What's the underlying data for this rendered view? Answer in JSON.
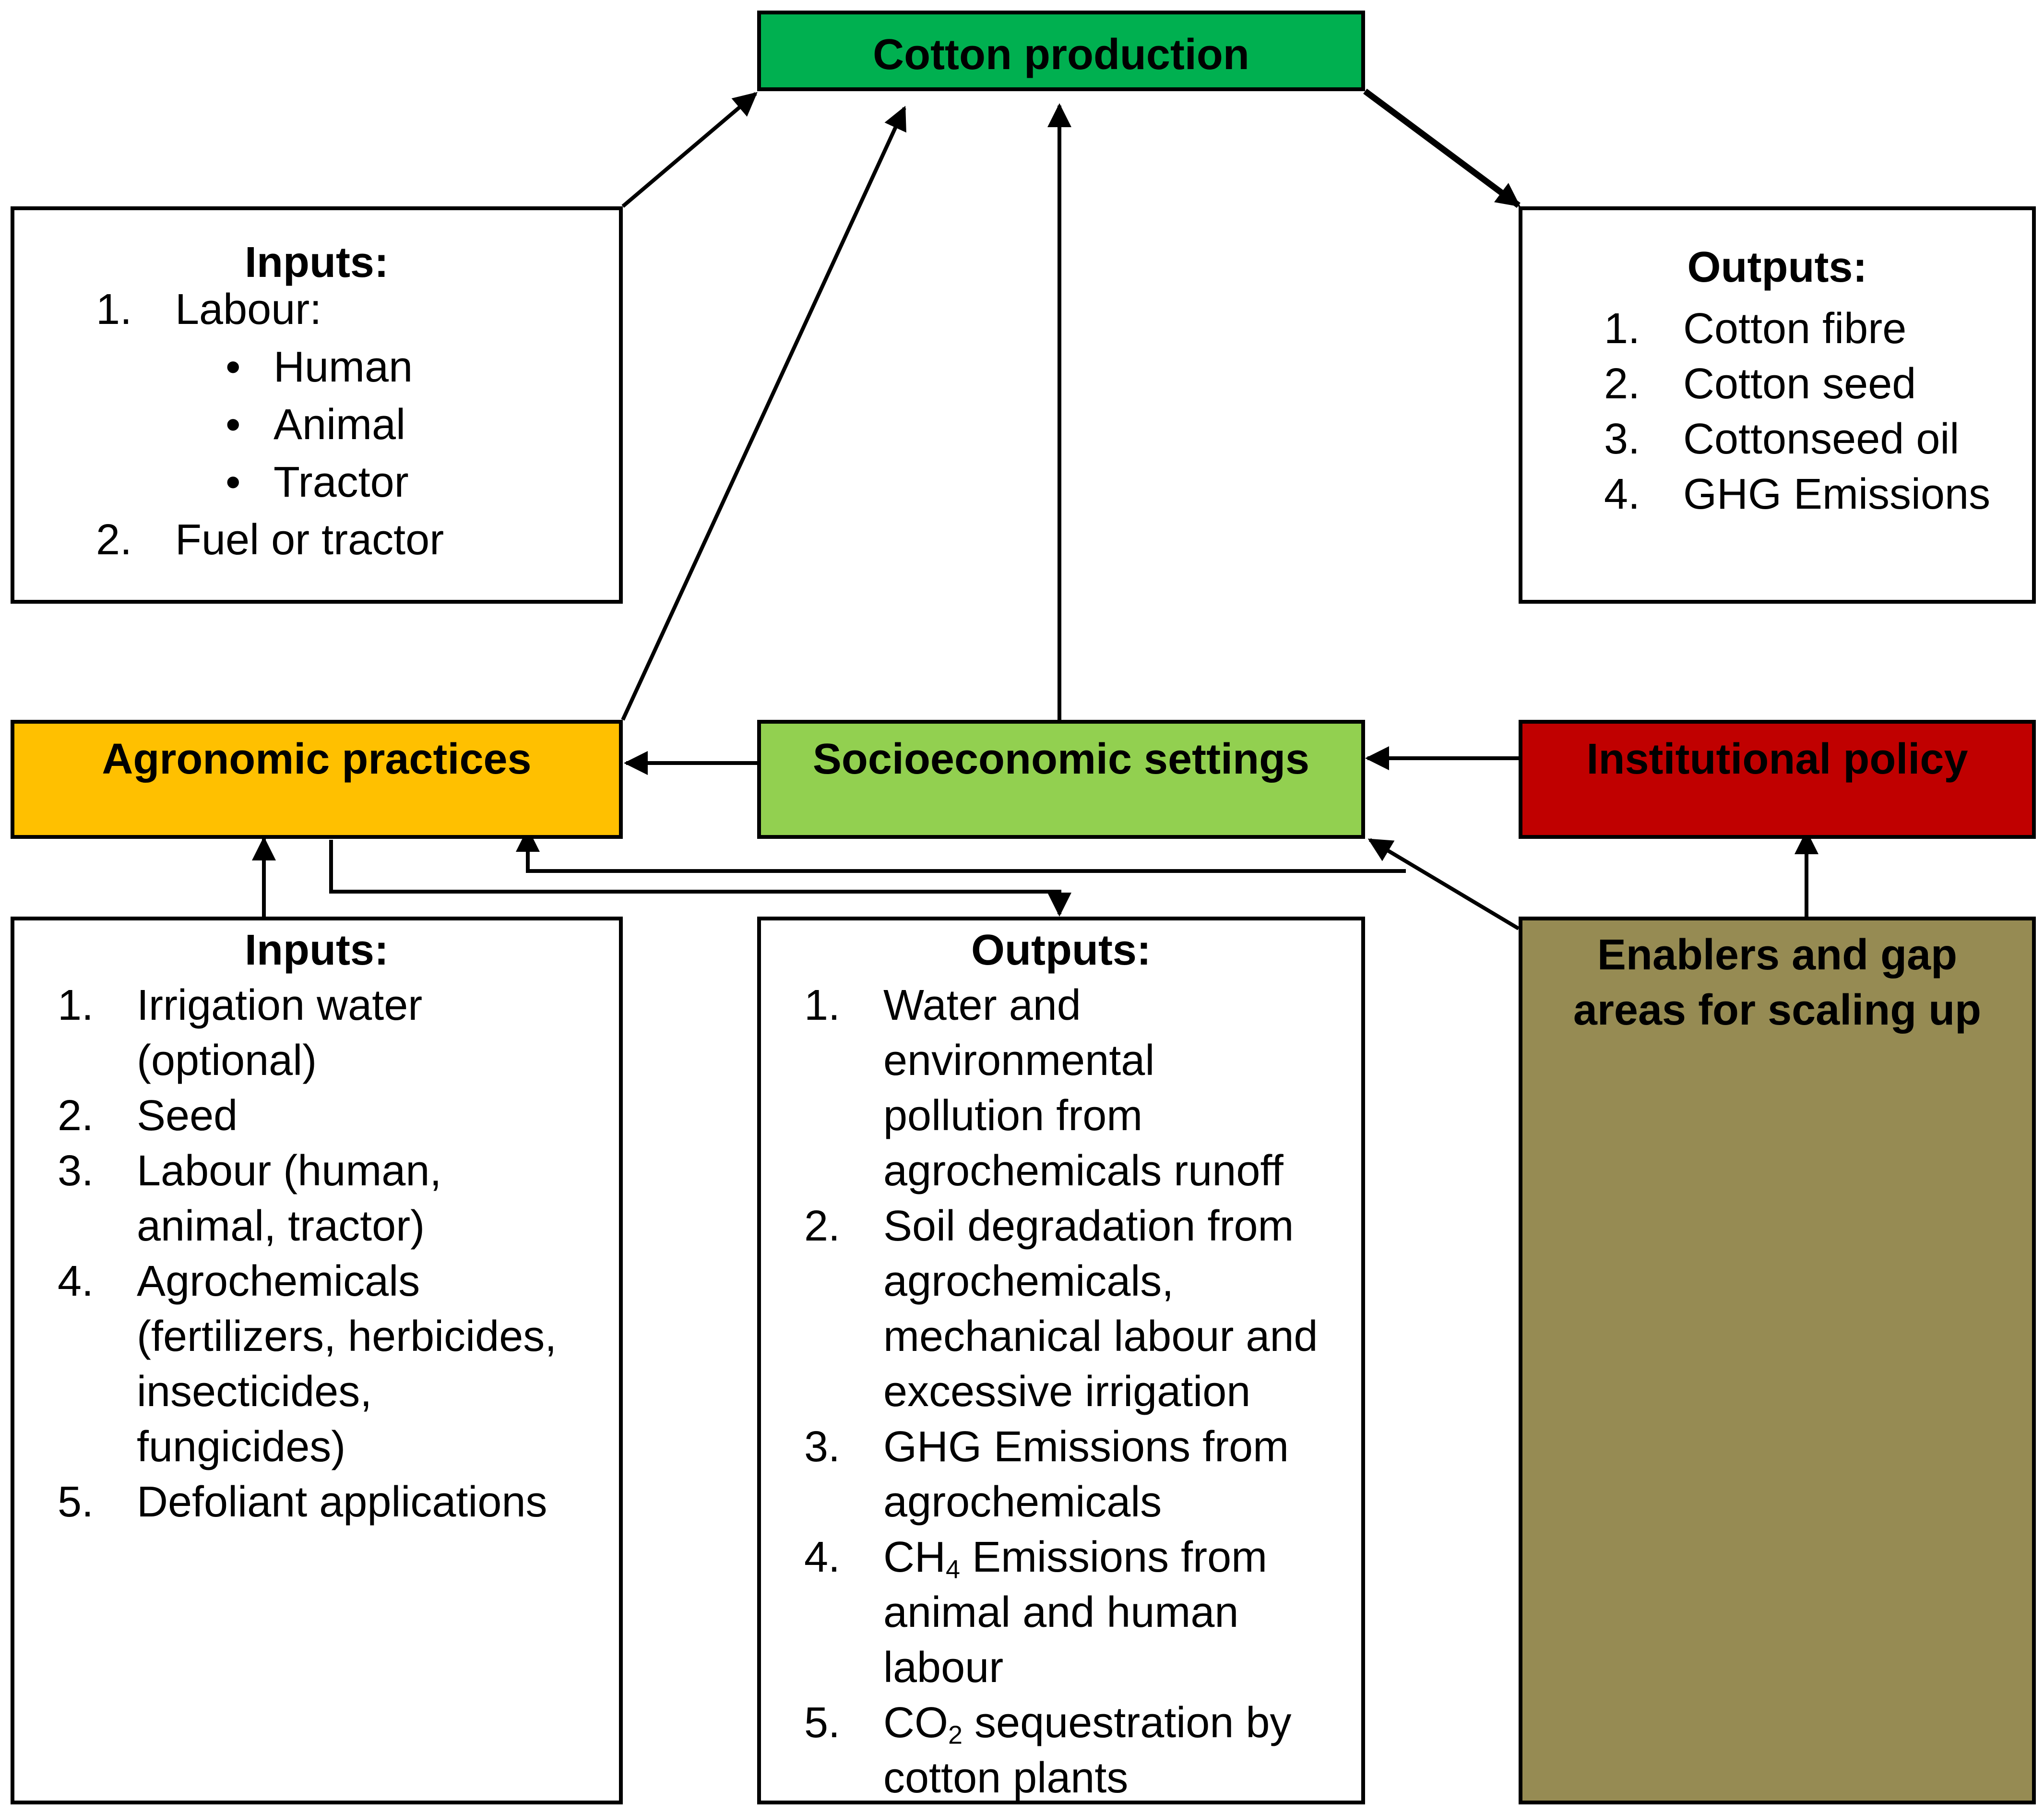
{
  "nodes": {
    "cotton_production": {
      "title": "Cotton production",
      "color": "#00B050"
    },
    "inputs_top": {
      "title": "Inputs:",
      "items": [
        {
          "num": "1.",
          "text": "Labour:"
        },
        {
          "num": "",
          "text": "Human",
          "bullet": true
        },
        {
          "num": "",
          "text": "Animal",
          "bullet": true
        },
        {
          "num": "",
          "text": "Tractor",
          "bullet": true
        },
        {
          "num": "2.",
          "text": "Fuel or tractor"
        }
      ]
    },
    "outputs_top": {
      "title": "Outputs:",
      "items": [
        {
          "num": "1.",
          "text": "Cotton fibre"
        },
        {
          "num": "2.",
          "text": "Cotton seed"
        },
        {
          "num": "3.",
          "text": "Cottonseed oil"
        },
        {
          "num": "4.",
          "text": "GHG Emissions"
        }
      ]
    },
    "agronomic_practices": {
      "title": "Agronomic practices",
      "color": "#FFC000"
    },
    "socioeconomic_settings": {
      "title": "Socioeconomic settings",
      "color": "#92D050"
    },
    "institutional_policy": {
      "title": "Institutional policy",
      "color": "#C00000"
    },
    "inputs_bottom": {
      "title": "Inputs:",
      "items": [
        {
          "num": "1.",
          "lines": [
            "Irrigation water",
            "(optional)"
          ]
        },
        {
          "num": "2.",
          "lines": [
            "Seed"
          ]
        },
        {
          "num": "3.",
          "lines": [
            "Labour (human,",
            "animal, tractor)"
          ]
        },
        {
          "num": "4.",
          "lines": [
            "Agrochemicals",
            "(fertilizers, herbicides,",
            "insecticides,",
            "fungicides)"
          ]
        },
        {
          "num": "5.",
          "lines": [
            "Defoliant applications"
          ]
        }
      ]
    },
    "outputs_bottom": {
      "title": "Outputs:",
      "items": [
        {
          "num": "1.",
          "lines": [
            "Water and",
            "environmental",
            "pollution from",
            "agrochemicals runoff"
          ]
        },
        {
          "num": "2.",
          "lines": [
            "Soil degradation from",
            "agrochemicals,",
            "mechanical labour and",
            "excessive irrigation"
          ]
        },
        {
          "num": "3.",
          "lines": [
            "GHG Emissions from",
            "agrochemicals"
          ]
        },
        {
          "num": "4.",
          "l1_pre": "CH",
          "l1_sub": "4",
          "l1_post": " Emissions from",
          "lines_rest": [
            "animal and human",
            "labour"
          ]
        },
        {
          "num": "5.",
          "l1_pre": "CO",
          "l1_sub": "2",
          "l1_post": " sequestration by",
          "lines_rest": [
            "cotton plants"
          ]
        }
      ]
    },
    "enablers": {
      "line1": "Enablers and gap",
      "line2": "areas for scaling up",
      "color": "#968B53"
    }
  }
}
